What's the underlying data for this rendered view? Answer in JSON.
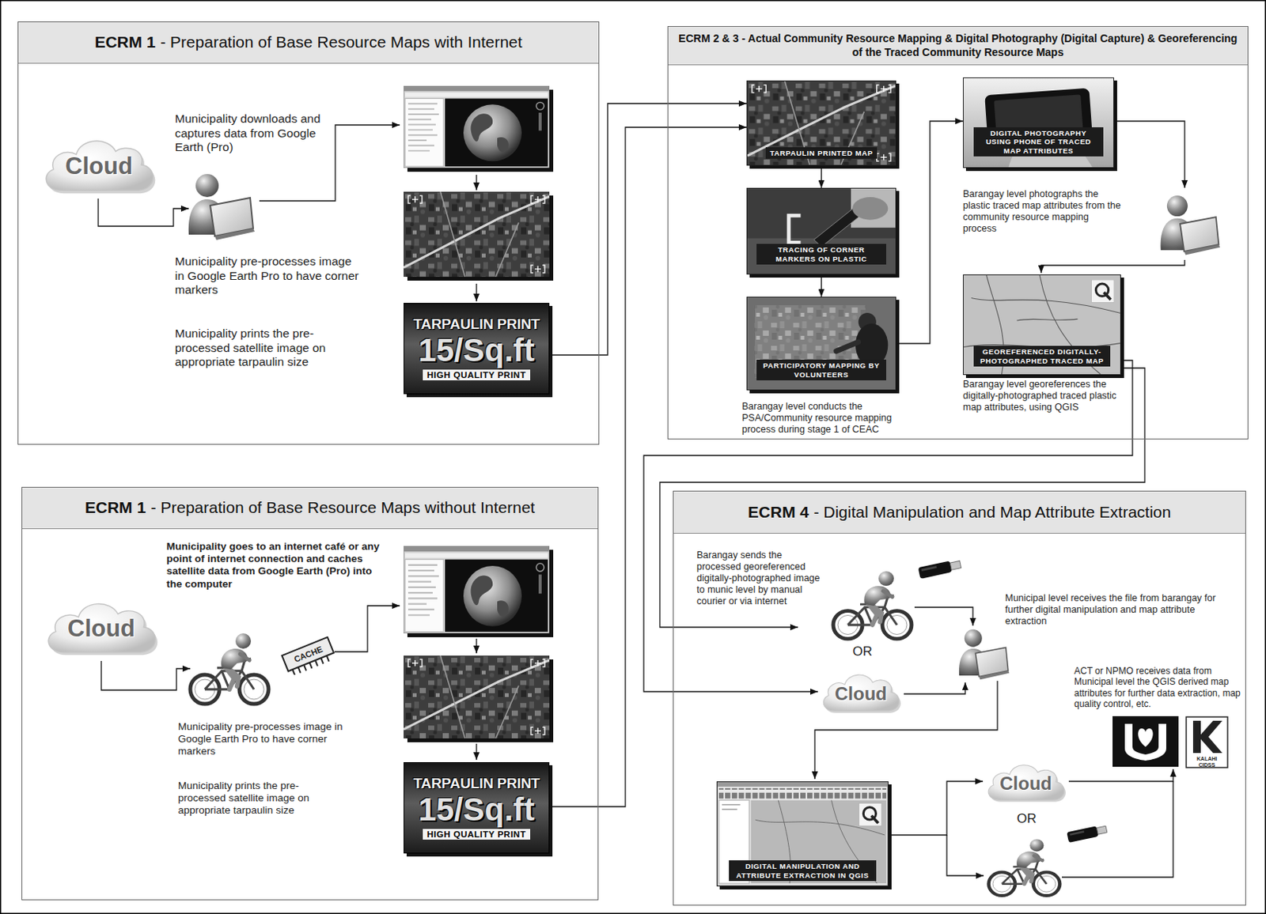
{
  "diagram": {
    "nodes": [
      {
        "text": [
          "ECRM 1",
          "- Preparation of Base Resource Maps with Internet"
        ]
      },
      {
        "text": [
          "Cloud"
        ],
        "in": 0
      },
      {
        "text": [
          "TARPAULIN PRINT",
          "15/Sq.ft",
          "HIGH QUALITY PRINT"
        ],
        "in": 0
      },
      {
        "text": [
          "ECRM 2 & 3 - Actual Community Resource Mapping & Digital Photography (Digital Capture) & Georeferencing of the Traced Community Resource Maps"
        ]
      },
      {
        "text": [
          "TARPAULIN PRINTED MAP"
        ],
        "in": 3
      },
      {
        "text": [
          "TRACING OF CORNER MARKERS ON PLASTIC"
        ],
        "in": 3
      },
      {
        "text": [
          "PARTICIPATORY MAPPING BY VOLUNTEERS"
        ],
        "in": 3
      },
      {
        "text": [
          "DIGITAL PHOTOGRAPHY USING PHONE OF TRACED MAP ATTRIBUTES"
        ],
        "in": 3
      },
      {
        "text": [
          "GEOREFERENCED DIGITALLY-PHOTOGRAPHED TRACED MAP"
        ],
        "in": 3
      },
      {
        "text": [
          "ECRM 1",
          "- Preparation of Base Resource Maps without Internet"
        ]
      },
      {
        "text": [
          "Cloud"
        ],
        "in": 9
      },
      {
        "text": [
          "TARPAULIN PRINT",
          "15/Sq.ft",
          "HIGH QUALITY PRINT"
        ],
        "in": 9
      },
      {
        "text": [
          "ECRM 4",
          "- Digital Manipulation and Map Attribute Extraction"
        ]
      },
      {
        "text": [
          "Cloud"
        ],
        "in": 12
      },
      {
        "text": [
          "Cloud"
        ],
        "in": 12
      },
      {
        "text": [
          "DIGITAL MANIPULATION AND ATTRIBUTE EXTRACTION IN QGIS"
        ],
        "in": 12
      }
    ],
    "edges": [
      {
        "from": 2,
        "to": 4,
        "arrow": "to"
      },
      {
        "from": 11,
        "to": 4,
        "arrow": "to"
      },
      {
        "from": 4,
        "to": 5,
        "arrow": "to"
      },
      {
        "from": 5,
        "to": 6,
        "arrow": "to"
      },
      {
        "from": 6,
        "to": 7,
        "arrow": "to"
      },
      {
        "from": 8,
        "to": 13,
        "arrow": "to"
      },
      {
        "from": 15,
        "to": 14,
        "arrow": "to"
      }
    ],
    "labels": [
      "Municipality downloads and captures data from Google Earth (Pro)",
      "Municipality pre-processes image in Google Earth Pro to have corner markers",
      "Municipality prints the pre-processed satellite image on appropriate tarpaulin size",
      "Barangay level photographs the plastic traced map attributes from the community resource mapping process",
      "Barangay level conducts the PSA/Community resource mapping process during stage 1 of CEAC",
      "Barangay level georeferences the digitally-photographed traced plastic map attributes, using QGIS",
      "Municipality goes to an internet café or any point of internet connection and caches satellite data from Google Earth (Pro) into the computer",
      "CACHE",
      "Municipality pre-processes image in Google Earth Pro to have corner markers",
      "Municipality prints the pre-processed satellite image on appropriate tarpaulin size",
      "Barangay sends the processed georeferenced digitally-photographed image to munic level by manual courier or via internet",
      "Municipal level receives the file from barangay for further digital manipulation and map attribute extraction",
      "OR",
      "ACT or NPMO receives data from Municipal level the QGIS derived map attributes for further data extraction, map quality control, etc.",
      "OR",
      "KALAHI CIDSS"
    ]
  }
}
